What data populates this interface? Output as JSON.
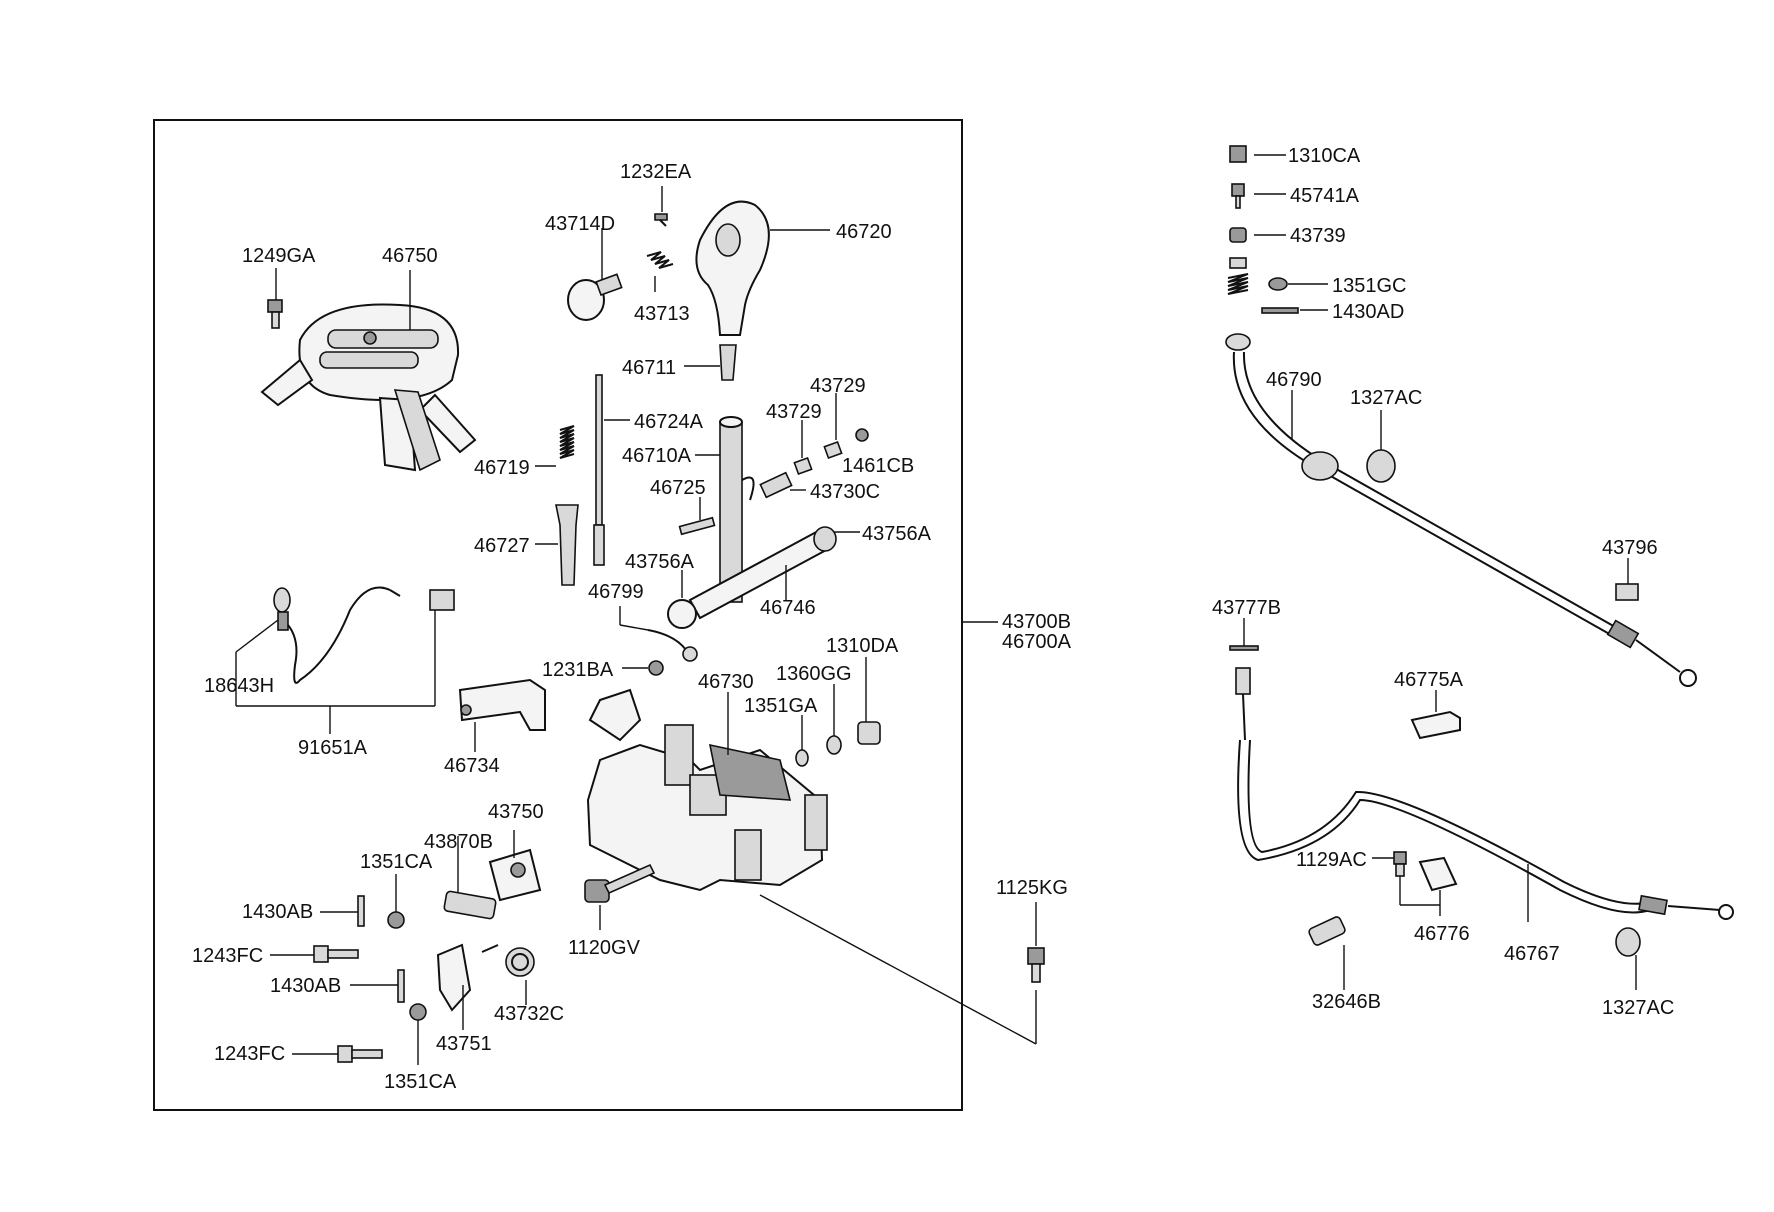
{
  "diagram": {
    "labels": {
      "p1232EA": "1232EA",
      "p43714D": "43714D",
      "p46720": "46720",
      "p1249GA": "1249GA",
      "p46750": "46750",
      "p43713": "43713",
      "p46711": "46711",
      "p43729a": "43729",
      "p46724A": "46724A",
      "p43729b": "43729",
      "p46710A": "46710A",
      "p1461CB": "1461CB",
      "p46719": "46719",
      "p46725": "46725",
      "p43730C": "43730C",
      "p43756Ab": "43756A",
      "p46727": "46727",
      "p43756Aa": "43756A",
      "p46799": "46799",
      "p46746": "46746",
      "p43700B": "43700B",
      "p46700A": "46700A",
      "p1310DA": "1310DA",
      "p1231BA": "1231BA",
      "p46730": "46730",
      "p1360GG": "1360GG",
      "p18643H": "18643H",
      "p1351GA": "1351GA",
      "p91651A": "91651A",
      "p46734": "46734",
      "p43750": "43750",
      "p43870B": "43870B",
      "p1351CAa": "1351CA",
      "p1430ABa": "1430AB",
      "p1125KG": "1125KG",
      "p1243FCa": "1243FC",
      "p1120GV": "1120GV",
      "p1430ABb": "1430AB",
      "p43732C": "43732C",
      "p43751": "43751",
      "p1243FCb": "1243FC",
      "p1351CAb": "1351CA",
      "p1310CA": "1310CA",
      "p45741A": "45741A",
      "p43739": "43739",
      "p1351GC": "1351GC",
      "p1430AD": "1430AD",
      "p46790": "46790",
      "p1327ACa": "1327AC",
      "p43796": "43796",
      "p43777B": "43777B",
      "p46775A": "46775A",
      "p1129AC": "1129AC",
      "p46776": "46776",
      "p46767": "46767",
      "p32646B": "32646B",
      "p1327ACb": "1327AC"
    }
  }
}
